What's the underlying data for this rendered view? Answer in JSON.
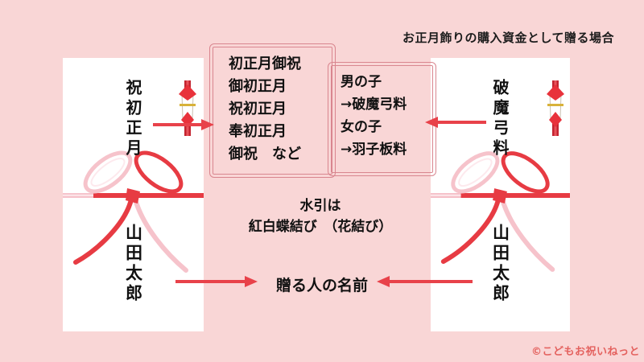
{
  "header": {
    "title": "お正月飾りの購入資金として贈る場合"
  },
  "left_envelope": {
    "omote_gaki": "祝初正月",
    "giver_name": "山田太郎"
  },
  "right_envelope": {
    "omote_gaki": "破魔弓料",
    "giver_name": "山田太郎"
  },
  "name_options_box": {
    "lines": [
      "初正月御祝",
      "御初正月",
      "祝初正月",
      "奉初正月",
      "御祝　など"
    ]
  },
  "gender_box": {
    "lines": [
      "男の子",
      "→破魔弓料",
      "女の子",
      "→羽子板料"
    ]
  },
  "mizuhiki_note": {
    "line1": "水引は",
    "line2": "紅白蝶結び　（花結び）"
  },
  "giver_note": "贈る人の名前",
  "footer": {
    "copyright": "©こどもお祝いねっと"
  },
  "colors": {
    "background": "#f9d6d6",
    "envelope": "#ffffff",
    "frame_border": "#d9868f",
    "arrow_red": "#e8424a",
    "mizuhiki_red": "#e73b43",
    "mizuhiki_pink": "#f6c3cb",
    "noshi_dark_red": "#c32430",
    "noshi_gold": "#d8b23a",
    "copyright_red": "#e4625f"
  }
}
